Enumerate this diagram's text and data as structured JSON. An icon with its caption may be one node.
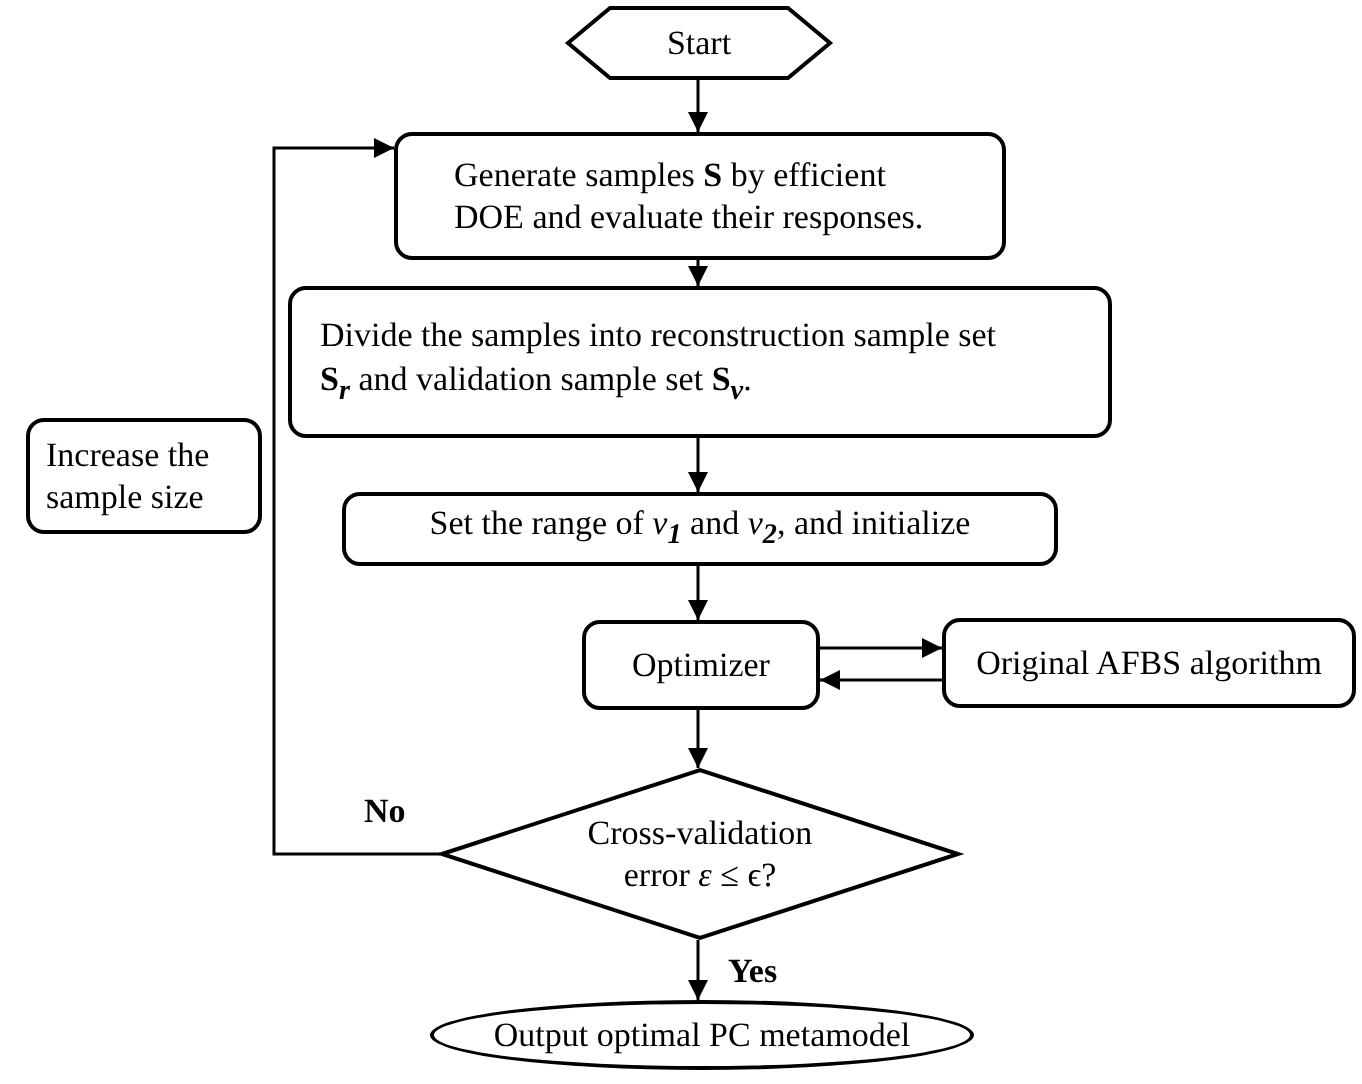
{
  "diagram": {
    "nodes": [
      {
        "text": [
          "Start"
        ]
      },
      {
        "text": [
          "Generate samples **S** by efficient DOE and evaluate their responses."
        ]
      },
      {
        "text": [
          "Divide the samples into reconstruction sample set **S**$_{r}$ and validation sample set **S**$_{v}$."
        ]
      },
      {
        "text": [
          "Increase the sample size"
        ]
      },
      {
        "text": [
          "Set the range of *v*$_{1}$ and *v*$_{2}$, and initialize"
        ]
      },
      {
        "text": [
          "Optimizer"
        ]
      },
      {
        "text": [
          "Original AFBS algorithm"
        ]
      },
      {
        "text": [
          "Cross-validation error *ε* ≤ ϵ?"
        ]
      },
      {
        "text": [
          "Output optimal PC metamodel"
        ]
      }
    ],
    "edges": [
      {
        "from": 0,
        "to": 1,
        "arrow": "to"
      },
      {
        "from": 1,
        "to": 2,
        "arrow": "to"
      },
      {
        "from": 2,
        "to": 4,
        "arrow": "to"
      },
      {
        "from": 4,
        "to": 5,
        "arrow": "to"
      },
      {
        "from": 5,
        "to": 6,
        "arrow": "to"
      },
      {
        "from": 6,
        "to": 5,
        "arrow": "to"
      },
      {
        "from": 5,
        "to": 7,
        "arrow": "to"
      },
      {
        "from": 7,
        "to": 8,
        "arrow": "to",
        "label": "Yes"
      },
      {
        "from": 7,
        "to": 1,
        "arrow": "to",
        "label": "No"
      }
    ]
  }
}
